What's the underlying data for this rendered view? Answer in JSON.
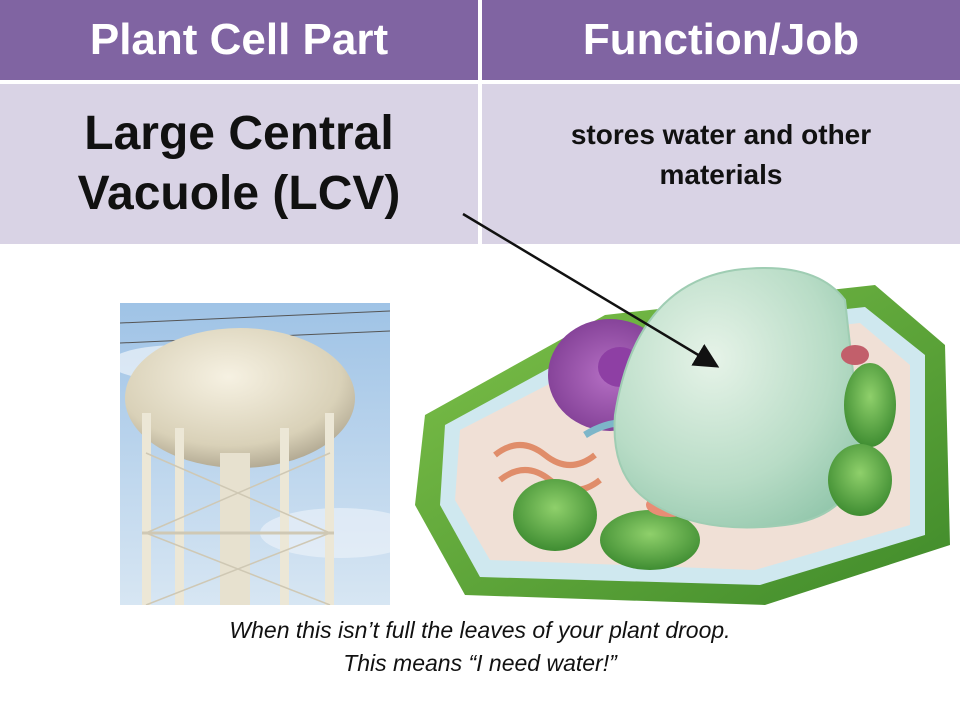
{
  "table": {
    "header_col1": "Plant Cell Part",
    "header_col2": "Function/Job",
    "part_line1": "Large Central",
    "part_line2": "Vacuole (LCV)",
    "function_text": "stores water and other materials"
  },
  "caption": {
    "line1": "When this isn’t full the leaves of your plant droop.",
    "line2": "This means “I need water!”"
  },
  "colors": {
    "header_bg": "#8064a2",
    "cell_bg": "#d9d3e5"
  }
}
